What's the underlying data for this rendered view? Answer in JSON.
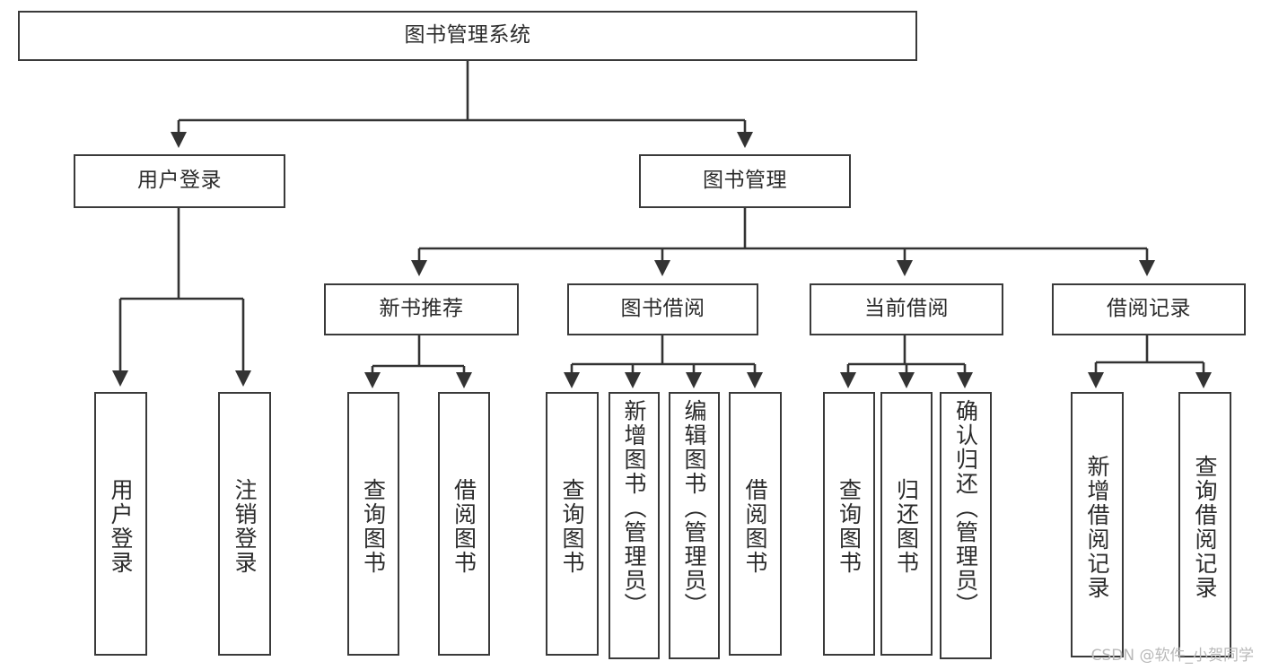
{
  "diagram": {
    "type": "tree",
    "title_node": "图书管理系统",
    "colors": {
      "node_border": "#3a3a3a",
      "node_fill": "#ffffff",
      "edge": "#333333",
      "text": "#2b2b2b",
      "watermark": "#b9b9b9",
      "background": "#ffffff"
    },
    "root": {
      "id": "root",
      "label": "图书管理系统"
    },
    "level1": [
      {
        "id": "user-login",
        "label": "用户登录"
      },
      {
        "id": "book-manage",
        "label": "图书管理"
      }
    ],
    "level2": [
      {
        "id": "new-book-recommend",
        "label": "新书推荐",
        "parent": "book-manage"
      },
      {
        "id": "book-borrow",
        "label": "图书借阅",
        "parent": "book-manage"
      },
      {
        "id": "current-borrow",
        "label": "当前借阅",
        "parent": "book-manage"
      },
      {
        "id": "borrow-record",
        "label": "借阅记录",
        "parent": "book-manage"
      }
    ],
    "leaves": {
      "user_login": [
        {
          "id": "leaf-user-login",
          "label": "用户登录"
        },
        {
          "id": "leaf-logout-login",
          "label": "注销登录"
        }
      ],
      "new_book_recommend": [
        {
          "id": "leaf-query-book-1",
          "label": "查询图书"
        },
        {
          "id": "leaf-borrow-book-1",
          "label": "借阅图书"
        }
      ],
      "book_borrow": [
        {
          "id": "leaf-query-book-2",
          "label": "查询图书"
        },
        {
          "id": "leaf-add-book",
          "label": "新增图书（管理员）"
        },
        {
          "id": "leaf-edit-book",
          "label": "编辑图书（管理员）"
        },
        {
          "id": "leaf-borrow-book-2",
          "label": "借阅图书"
        }
      ],
      "current_borrow": [
        {
          "id": "leaf-query-book-3",
          "label": "查询图书"
        },
        {
          "id": "leaf-return-book",
          "label": "归还图书"
        },
        {
          "id": "leaf-confirm-return",
          "label": "确认归还（管理员）"
        }
      ],
      "borrow_record": [
        {
          "id": "leaf-add-record",
          "label": "新增借阅记录"
        },
        {
          "id": "leaf-query-record",
          "label": "查询借阅记录"
        }
      ]
    }
  },
  "watermark": {
    "text": "CSDN @软件_小贺同学"
  }
}
